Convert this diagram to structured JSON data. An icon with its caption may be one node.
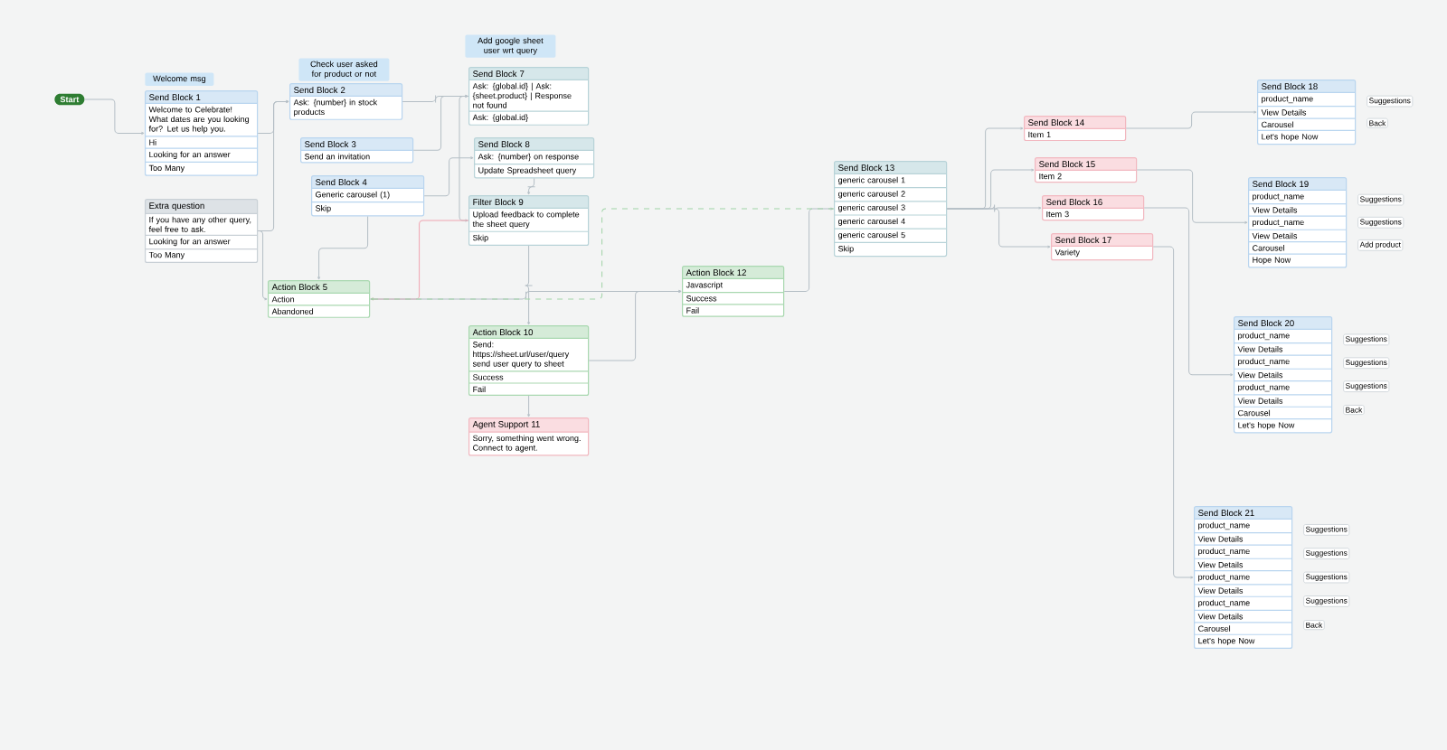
{
  "diagram": {
    "nodes": [
      {
        "text": [
          "Start"
        ]
      },
      {
        "text": [
          "Welcome msg"
        ]
      },
      {
        "text": [
          "Check user asked for product or not"
        ]
      },
      {
        "text": [
          "Add google sheet user wrt query"
        ]
      },
      {
        "text": [
          "Send Block 1",
          "Welcome to Celebrate! What dates are you looking for? Let us help you.",
          "Hi",
          "Looking for an answer",
          "Too Many"
        ]
      },
      {
        "text": [
          "Extra question",
          "If you have any other query, feel free to ask.",
          "Looking for an answer",
          "Too Many"
        ]
      },
      {
        "text": [
          "Send Block 2",
          "Ask: {number} in stock products"
        ]
      },
      {
        "text": [
          "Send Block 3",
          "Send an invitation"
        ]
      },
      {
        "text": [
          "Send Block 4",
          "Generic carousel (1)",
          "Skip"
        ]
      },
      {
        "text": [
          "Action Block 5",
          "Action",
          "Abandoned"
        ]
      },
      {
        "text": [
          "Send Block 7",
          "Ask: {global.id} | Ask: {sheet.product} | Response not found",
          "Ask: {global.id}"
        ]
      },
      {
        "text": [
          "Send Block 8",
          "Ask: {number} on response",
          "Update Spreadsheet query"
        ]
      },
      {
        "text": [
          "Filter Block 9",
          "Upload feedback to complete the sheet query",
          "Skip"
        ]
      },
      {
        "text": [
          "Action Block 10",
          "Send: https://sheet.url/user/query send user query to sheet",
          "Success",
          "Fail"
        ]
      },
      {
        "text": [
          "Agent Support 11",
          "Sorry, something went wrong. Connect to agent."
        ]
      },
      {
        "text": [
          "Action Block 12",
          "Javascript",
          "Success",
          "Fail"
        ]
      },
      {
        "text": [
          "Send Block 13",
          "generic carousel 1",
          "generic carousel 2",
          "generic carousel 3",
          "generic carousel 4",
          "generic carousel 5",
          "Skip"
        ]
      },
      {
        "text": [
          "Send Block 14",
          "Item 1"
        ]
      },
      {
        "text": [
          "Send Block 15",
          "Item 2"
        ]
      },
      {
        "text": [
          "Send Block 16",
          "Item 3"
        ]
      },
      {
        "text": [
          "Send Block 17",
          "Variety"
        ]
      },
      {
        "text": [
          "Send Block 18",
          "product_name",
          "View Details",
          "Carousel",
          "Let's hope Now"
        ],
        "beside": [
          "Suggestions",
          "Back"
        ]
      },
      {
        "text": [
          "Send Block 19",
          "product_name",
          "View Details",
          "product_name",
          "View Details",
          "Carousel",
          "Hope Now"
        ],
        "beside": [
          "Suggestions",
          "Suggestions",
          "Add product"
        ]
      },
      {
        "text": [
          "Send Block 20",
          "product_name",
          "View Details",
          "product_name",
          "View Details",
          "product_name",
          "View Details",
          "Carousel",
          "Let's hope Now"
        ],
        "beside": [
          "Suggestions",
          "Suggestions",
          "Suggestions",
          "Back"
        ]
      },
      {
        "text": [
          "Send Block 21",
          "product_name",
          "View Details",
          "product_name",
          "View Details",
          "product_name",
          "View Details",
          "product_name",
          "View Details",
          "Carousel",
          "Let's hope Now"
        ],
        "beside": [
          "Suggestions",
          "Suggestions",
          "Suggestions",
          "Suggestions",
          "Back"
        ]
      }
    ],
    "edges": [
      {
        "from": 0,
        "to": 4,
        "arrow": "to"
      },
      {
        "from": 4,
        "to": 6,
        "arrow": "to"
      },
      {
        "from": 5,
        "to": 6,
        "arrow": "to"
      },
      {
        "from": 5,
        "to": 9,
        "arrow": "to"
      },
      {
        "from": 6,
        "to": 10,
        "arrow": "to"
      },
      {
        "from": 7,
        "to": 10,
        "arrow": "to"
      },
      {
        "from": 8,
        "to": 11,
        "arrow": "to"
      },
      {
        "from": 8,
        "to": 9,
        "arrow": "to"
      },
      {
        "from": 10,
        "to": 12,
        "arrow": "to"
      },
      {
        "from": 11,
        "to": 12,
        "arrow": "to"
      },
      {
        "from": 12,
        "to": 9,
        "arrow": "to",
        "color": "#f0a3b0"
      },
      {
        "from": 12,
        "to": 13,
        "arrow": "to"
      },
      {
        "from": 13,
        "to": 14,
        "arrow": "to"
      },
      {
        "from": 13,
        "to": 15,
        "arrow": "to"
      },
      {
        "from": 9,
        "to": 15,
        "arrow": "to"
      },
      {
        "from": 15,
        "to": 16,
        "arrow": "to"
      },
      {
        "from": 16,
        "to": 9,
        "arrow": "to",
        "style": "dashed",
        "color": "#9fd3a6"
      },
      {
        "from": 16,
        "to": 17,
        "arrow": "to"
      },
      {
        "from": 16,
        "to": 18,
        "arrow": "to"
      },
      {
        "from": 16,
        "to": 19,
        "arrow": "to"
      },
      {
        "from": 16,
        "to": 20,
        "arrow": "to"
      },
      {
        "from": 17,
        "to": 21,
        "arrow": "to"
      },
      {
        "from": 18,
        "to": 22,
        "arrow": "to"
      },
      {
        "from": 19,
        "to": 23,
        "arrow": "to"
      },
      {
        "from": 20,
        "to": 24,
        "arrow": "to"
      }
    ]
  }
}
